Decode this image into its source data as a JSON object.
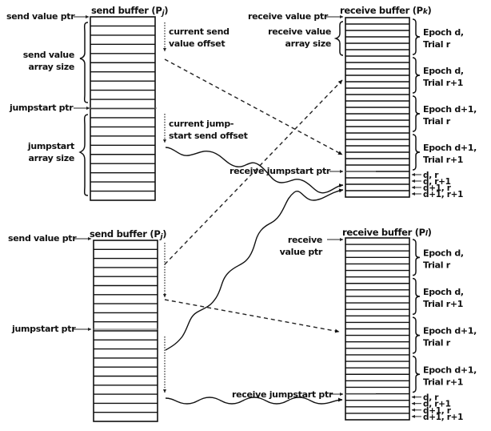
{
  "figure": {
    "top_send_buffer": {
      "title": "send buffer (P",
      "title_sub": "j",
      "title_close": ")",
      "rows": 20,
      "labels": {
        "send_value_ptr": "send value ptr",
        "send_value_array_size_1": "send value",
        "send_value_array_size_2": "array size",
        "jumpstart_ptr": "jumpstart ptr",
        "jumpstart_array_size_1": "jumpstart",
        "jumpstart_array_size_2": "array size",
        "current_send_value_offset_1": "current send",
        "current_send_value_offset_2": "value offset",
        "current_jumpstart_send_offset_1": "current jump-",
        "current_jumpstart_send_offset_2": "start send offset"
      }
    },
    "top_receive_buffer": {
      "title": "receive buffer (P",
      "title_sub": "k",
      "title_close": ")",
      "rows": 28,
      "labels": {
        "receive_value_ptr": "receive value ptr",
        "receive_value_array_size_1": "receive value",
        "receive_value_array_size_2": "array size",
        "receive_jumpstart_ptr": "receive jumpstart ptr"
      },
      "epochs": [
        {
          "line1": "Epoch d,",
          "line2": "Trial r"
        },
        {
          "line1": "Epoch d,",
          "line2": "Trial r+1"
        },
        {
          "line1": "Epoch d+1,",
          "line2": "Trial r"
        },
        {
          "line1": "Epoch d+1,",
          "line2": "Trial r+1"
        }
      ],
      "jumpstart_slots": [
        "d, r",
        "d, r+1",
        "d+1, r",
        "d+1, r+1"
      ]
    },
    "bottom_send_buffer": {
      "title": "send buffer (P",
      "title_sub": "j",
      "title_close": ")",
      "rows": 20,
      "labels": {
        "send_value_ptr": "send value ptr",
        "jumpstart_ptr": "jumpstart ptr"
      }
    },
    "bottom_receive_buffer": {
      "title": "receive buffer (P",
      "title_sub": "l",
      "title_close": ")",
      "rows": 28,
      "labels": {
        "receive_value_ptr_1": "receive",
        "receive_value_ptr_2": "value ptr",
        "receive_jumpstart_ptr": "receive jumpstart ptr"
      },
      "epochs": [
        {
          "line1": "Epoch d,",
          "line2": "Trial r"
        },
        {
          "line1": "Epoch d,",
          "line2": "Trial r+1"
        },
        {
          "line1": "Epoch d+1,",
          "line2": "Trial r"
        },
        {
          "line1": "Epoch d+1,",
          "line2": "Trial r+1"
        }
      ],
      "jumpstart_slots": [
        "d, r",
        "d, r+1",
        "d+1, r",
        "d+1, r+1"
      ]
    }
  }
}
